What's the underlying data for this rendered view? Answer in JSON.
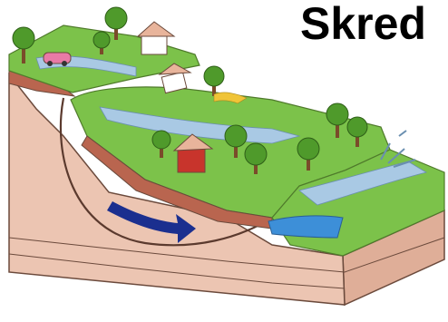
{
  "title": "Skred",
  "colors": {
    "soil_pink": "#ecc5b2",
    "soil_shadow": "#d9a894",
    "soil_red": "#b9654f",
    "grass": "#7cc24a",
    "grass_dark": "#4f9a2b",
    "water": "#a9c9e4",
    "water_deep": "#3d8fd8",
    "arrow": "#1b2f8f",
    "house": "#c8342c",
    "roof": "#e8b49b"
  },
  "icons": [
    "trees",
    "houses",
    "car",
    "landslide-arrow",
    "splash"
  ]
}
